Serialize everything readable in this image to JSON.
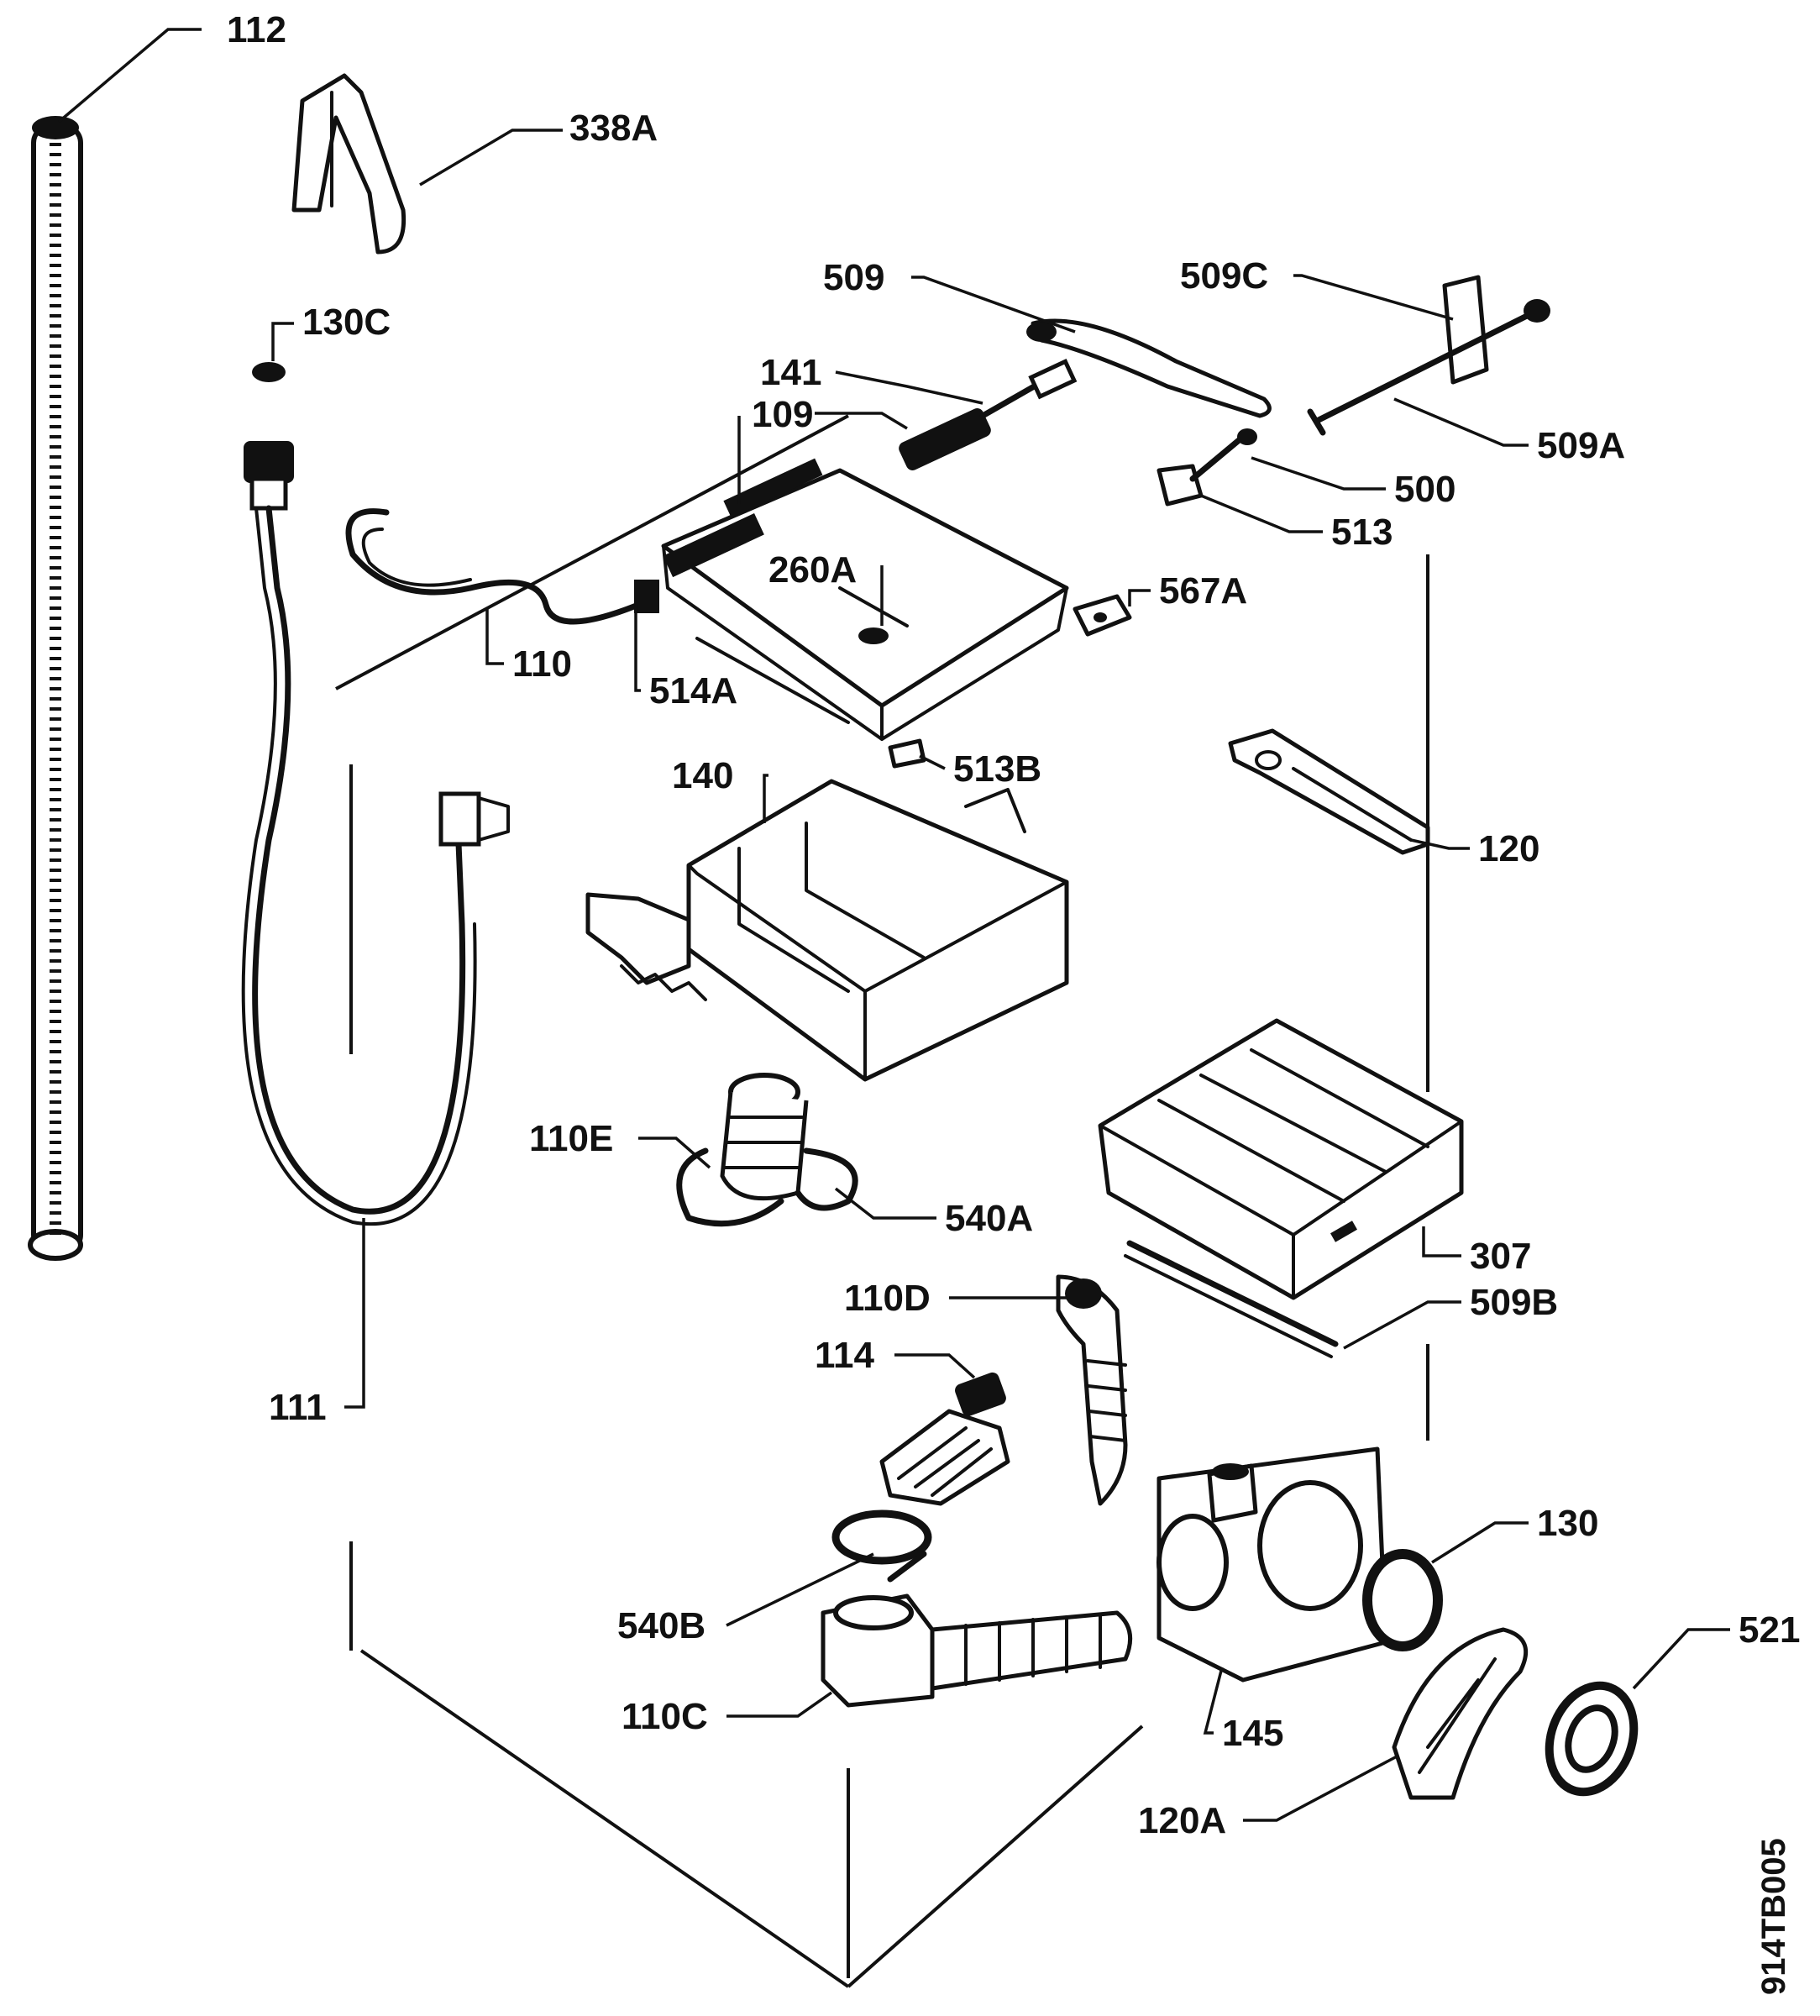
{
  "diagram": {
    "reference_code": "914TB005",
    "labels": {
      "l112": "112",
      "l338A": "338A",
      "l130C": "130C",
      "l509": "509",
      "l509C": "509C",
      "l141": "141",
      "l109": "109",
      "l509A": "509A",
      "l500": "500",
      "l513": "513",
      "l260A": "260A",
      "l567A": "567A",
      "l110": "110",
      "l514A": "514A",
      "l513B": "513B",
      "l140": "140",
      "l120": "120",
      "l110E": "110E",
      "l540A": "540A",
      "l307": "307",
      "l509B": "509B",
      "l110D": "110D",
      "l114": "114",
      "l111": "111",
      "l130": "130",
      "l521": "521",
      "l540B": "540B",
      "l145": "145",
      "l110C": "110C",
      "l120A": "120A"
    }
  }
}
